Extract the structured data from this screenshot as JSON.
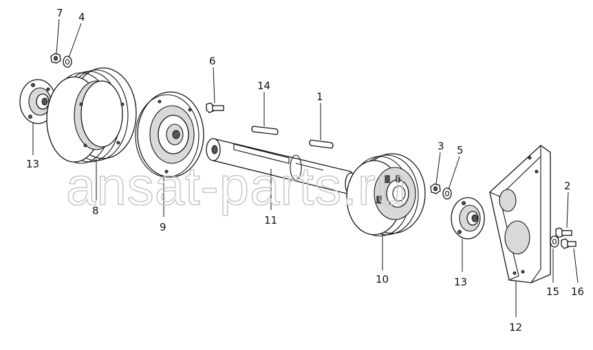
{
  "watermark": "ansat-parts.ru",
  "corner_mark": "",
  "callouts": {
    "c1": "1",
    "c2": "2",
    "c3": "3",
    "c4": "4",
    "c5": "5",
    "c6": "6",
    "c7": "7",
    "c8": "8",
    "c9": "9",
    "c10": "10",
    "c11": "11",
    "c12": "12",
    "c13a": "13",
    "c13b": "13",
    "c14": "14",
    "c15": "15",
    "c16": "16"
  }
}
